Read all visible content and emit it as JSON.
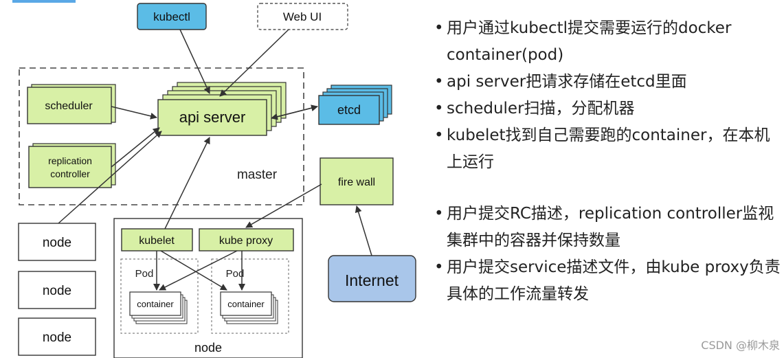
{
  "diagram": {
    "kubectl": "kubectl",
    "web_ui": "Web UI",
    "scheduler": "scheduler",
    "replication_controller_line1": "replication",
    "replication_controller_line2": "controller",
    "api_server": "api server",
    "etcd": "etcd",
    "master": "master",
    "fire_wall": "fire wall",
    "internet": "Internet",
    "node_left_1": "node",
    "node_left_2": "node",
    "node_left_3": "node",
    "kubelet": "kubelet",
    "kube_proxy": "kube proxy",
    "pod_1": "Pod",
    "pod_2": "Pod",
    "container_1": "container",
    "container_2": "container",
    "node_main": "node"
  },
  "bullets": {
    "b1": "用户通过kubectl提交需要运行的docker container(pod)",
    "b2": "api server把请求存储在etcd里面",
    "b3": "scheduler扫描，分配机器",
    "b4": "kubelet找到自己需要跑的container，在本机上运行",
    "b5": "用户提交RC描述，replication controller监视集群中的容器并保持数量",
    "b6": "用户提交service描述文件，由kube proxy负责具体的工作流量转发"
  },
  "watermark": "CSDN @柳木泉",
  "colors": {
    "green_fill": "#d8f0a6",
    "blue_fill": "#5bbce6",
    "internet_fill": "#a9c6ea"
  }
}
